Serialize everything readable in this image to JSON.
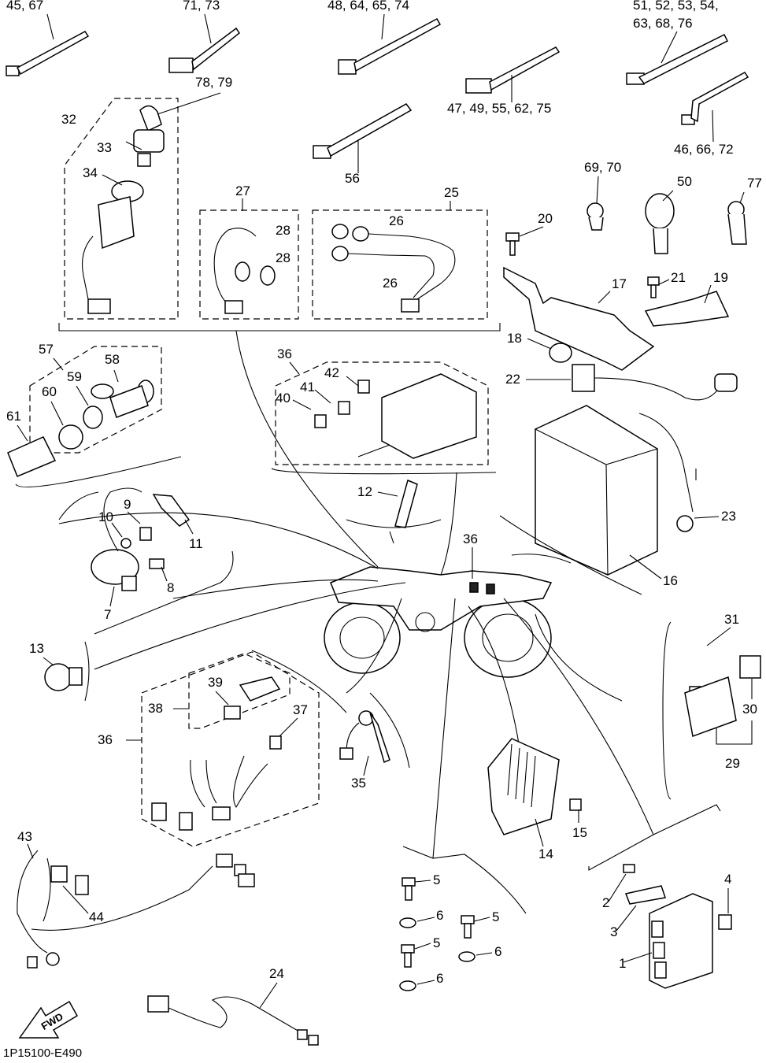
{
  "diagram": {
    "doc_id": "1P15100-E490",
    "fwd_label": "FWD",
    "labels": {
      "l_45_67": "45, 67",
      "l_71_73": "71, 73",
      "l_48_64_65_74": "48, 64, 65, 74",
      "l_51_52_53_54": "51, 52, 53, 54,",
      "l_63_68_76": "63, 68, 76",
      "l_47_49_55_62_75": "47, 49, 55, 62, 75",
      "l_46_66_72": "46, 66, 72",
      "l_78_79": "78, 79",
      "l_32": "32",
      "l_33": "33",
      "l_34": "34",
      "l_56": "56",
      "l_27": "27",
      "l_28a": "28",
      "l_28b": "28",
      "l_25": "25",
      "l_26a": "26",
      "l_26b": "26",
      "l_69_70": "69, 70",
      "l_50": "50",
      "l_77": "77",
      "l_20": "20",
      "l_21": "21",
      "l_19": "19",
      "l_17": "17",
      "l_18": "18",
      "l_57": "57",
      "l_58": "58",
      "l_59": "59",
      "l_60": "60",
      "l_61": "61",
      "l_36a": "36",
      "l_42": "42",
      "l_41": "41",
      "l_40": "40",
      "l_22": "22",
      "l_12": "12",
      "l_23": "23",
      "l_16": "16",
      "l_9": "9",
      "l_10": "10",
      "l_11": "11",
      "l_8": "8",
      "l_7": "7",
      "l_36b": "36",
      "l_13": "13",
      "l_31": "31",
      "l_30": "30",
      "l_29": "29",
      "l_39": "39",
      "l_38": "38",
      "l_37": "37",
      "l_36c": "36",
      "l_35": "35",
      "l_15": "15",
      "l_14": "14",
      "l_43": "43",
      "l_44": "44",
      "l_5a": "5",
      "l_6a": "6",
      "l_5b": "5",
      "l_6b": "6",
      "l_5c": "5",
      "l_6c": "6",
      "l_4": "4",
      "l_2": "2",
      "l_3": "3",
      "l_1": "1",
      "l_24": "24"
    }
  }
}
